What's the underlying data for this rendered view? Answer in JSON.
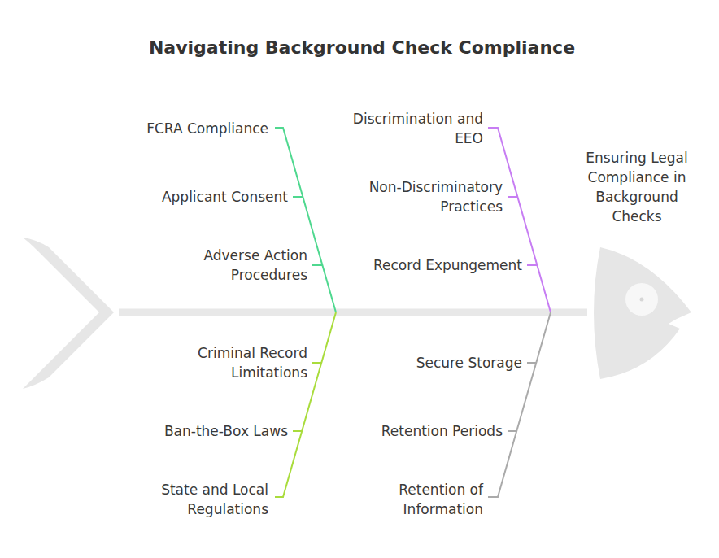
{
  "diagram": {
    "title": "Navigating Background Check Compliance",
    "labels": [
      "FCRA Compliance",
      "Applicant Consent",
      "Adverse Action Procedures",
      "Discrimination and EEO",
      "Non-Discriminatory Practices",
      "Record Expungement",
      "Ensuring Legal Compliance in Background Checks",
      "Criminal Record Limitations",
      "Ban-the-Box Laws",
      "State and Local Regulations",
      "Secure Storage",
      "Retention Periods",
      "Retention of Information"
    ]
  }
}
